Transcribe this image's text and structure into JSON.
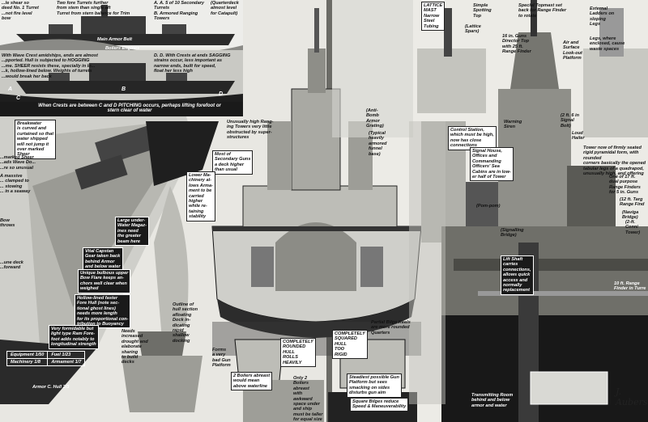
{
  "labels": {
    "shear": "...le shear so\ndeed No. 1 Turret\n...not fire level\nbow",
    "two_fore_turrets": "Two fore Turrets further\nfrom stem than single aft\nTurret from stern balance for Trim",
    "secondary_turrets": "A. A. 5 of 10 Secondary\nTurrets\nB. Armored Ranging\nTowers",
    "quarterdeck": "(Quarterdeck\nalmost level\nfor Catapult)",
    "main_armor_belt": "Main Armor Belt",
    "boilers_engines": "Boilers          Engines",
    "hogging": "With Wave Crest amidships, ends are almost\n...pported. Hull is subjected to HOGGING\n...me. SHEER resists these, specially in lo...\n...k, hollow-lined below. Weights of turrets\n...would break her back",
    "sagging": "D. D. With Crests at ends SAGGING\nstrains occur, less important as\nnarrow ends, built for speed,\nfloat her less high",
    "pitching": "When Crests are between C and D PITCHING occurs,\nperhaps lifting forefoot or stern clear of water",
    "breakwater": "Breakwater\nis curved and\ncurtained so that\nwater shipped\nwill not jump it\nover marked\nSheer",
    "marked_sheer": "...marked Sheer\n...ads Wave Do...\n...re so unusual",
    "massive": "A massive\n... clamped to\n... stowing\n... in a seaway",
    "bow_throws": "Bow\nthrows",
    "gun_decks": "...une deck\n...forward",
    "large_underwater": "Large under-\nWater Magaz-\nines need\nthe greater\nbeam here",
    "vital_capstan": "Vital Capstan\nGear taken back\nbehind Armor\nand below water",
    "bulbous_bow": "Unique bulbous upper\nBow Flare keeps an-\nchors well clear when\nweighed",
    "hollow_lined": "Hollow-lined faster\nFore Hull (note sec-\ntional ghost lines)\nneeds more length\nfor its proportional con-\ntribution to Buoyancy",
    "formidable": "Very formidable but\nlight type Ram Fore-\nfoot adds notably to\nlongitudinal strength",
    "unusually_high": "Unusually high Rang-\ning Towers very little\nobstructed by super-\nstructures",
    "anti_bomb": "(Anti-\nBomb\nArmor\nGrating)",
    "typical_funnel": "(Typical\nheavily\narmored\nfunnel\nbase)",
    "most_secondary": "Most of\nSecondary Guns\na deck higher\nthan usual",
    "lower_machinery": "Lower Ma-\nchinery al-\nlows Arma-\nment to be\ncarried\nhigher\nwhile re-\ntaining\nstability",
    "outline_hull": "Outline of\nhull section\nafloating\nDock in-\ndicating\nrapid\nshallow\ndocking",
    "needs_drought": "Needs\nincreased\ndrought and\nelaborate\nsharing\nto build\ndecks",
    "forms_bad": "Forms\na very\nbad Gun\nPlatform",
    "boilers_abreast": "2 Boilers abreast\nwould mean\nabove waterline",
    "completely_rounded": "COMPLETELY\nROUNDED\nHULL\nROLLS\nHEAVILY",
    "only_2_boilers": "Only 2\nBoilers\nabreast\nwith\nawkward\nspace under\nand ship\nmust be taller\nfor equal size",
    "completely_squared": "COMPLETELY\nSQUARED\nHULL\nTOO\nRIGID",
    "partial_bilge": "Partial Bilge Keels\nare more rounded\nQuarters",
    "steadiest": "Steadiest possible Gun\nPlatform but sees\nsmacking on sides\ndisturbs gun aim",
    "square_bilges": "Square Bilges reduce\nSpeed & Maneuverability",
    "lattice_mast": "LATTICE\nMAST\nNarrow\nSteel\nTubing",
    "simple_spotting": "Simple\nSpotting\nTop",
    "lattice_spars": "(Lattice\nSpars)",
    "special_topmast": "Special Topmast set\nback for Range Finder\nto rotate",
    "external_ladders": "External\nLadders on\nsloping\nLegs",
    "sixteen_in": "16 in. Guns\nDirector Top\nwith 25 ft.\nRange Finder",
    "air_surface": "Air and\nSurface\nLook-out\nPlatform",
    "legs_where": "Legs, where\nenclosed, cause\nwaste spaces",
    "control_station": "Control Station,\nwhich must be high,\nnow has close\nconnections",
    "warning_siren": "Warning\nSiren",
    "signal_house": "Signal House,\nOffices and\nCommanding\nOfficers' Sea\nCabins are in low-\ner half of Tower",
    "two_ft_signal": "(2 ft. 6 in\nSignal\nBolt)",
    "loud_hailer": "Loud\nHailer",
    "tower_firmly": "Tower now of firmly seated\nrigid pyramidal form, with rounded\ncorners basically the opened\ntabular legs of a quadrapod,\nunusually high, and offering",
    "one_of_17": "One of 17 ft.\ndual purpose\nRange Finders\nfor 5 in. Guns",
    "twelve_ft": "(12 ft. Targ\nRange Find",
    "navigation_bridge": "(Naviga\nBridge)",
    "two_ft_conning": "(2-ft.\nConni\nTower)",
    "pom_pom": "(Pom-pom)",
    "signalling_bridge": "(Signalling\nBridge)",
    "lift_shaft": "Lift Shaft\ncarries\nconnections,\nallows quick\naccess and\nnormally\nreplacement",
    "ten_ft_range": "10 ft. Range\nFinder in Turre",
    "transmitting_room": "Transmitting Room\nbehind and below\narmor and water",
    "signature": "J. Aubers"
  },
  "hull_letters": {
    "a": "A",
    "b": "B",
    "c": "C",
    "d": "D"
  },
  "specs": {
    "equipment": "Equipment 1/50",
    "fuel": "Fuel 1/23",
    "machinery": "Machinery 1/8",
    "armament": "Armament 1/7",
    "armor": "Armor C. Hull 2/3"
  },
  "colors": {
    "ink": "#111111",
    "paper": "#e8e7e2",
    "sea": "#2a2a2a"
  }
}
